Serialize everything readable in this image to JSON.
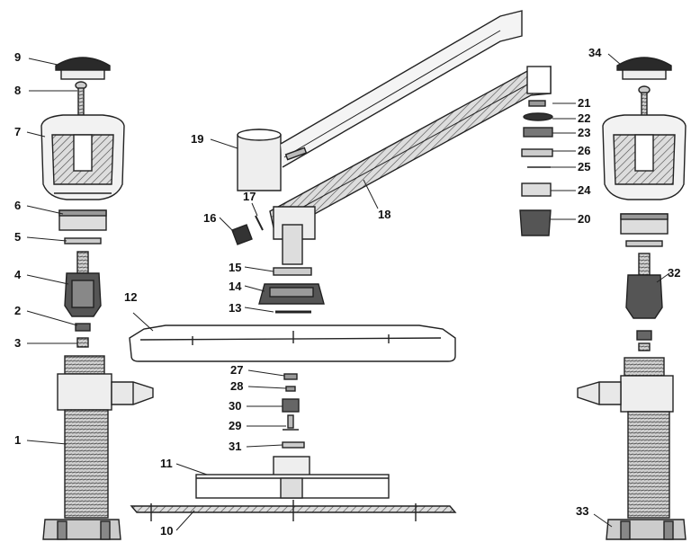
{
  "labels": {
    "p1": "1",
    "p2": "2",
    "p3": "3",
    "p4": "4",
    "p5": "5",
    "p6": "6",
    "p7": "7",
    "p8": "8",
    "p9": "9",
    "p10": "10",
    "p11": "11",
    "p12": "12",
    "p13": "13",
    "p14": "14",
    "p15": "15",
    "p16": "16",
    "p17": "17",
    "p18": "18",
    "p19": "19",
    "p20": "20",
    "p21": "21",
    "p22": "22",
    "p23": "23",
    "p24": "24",
    "p25": "25",
    "p26": "26",
    "p27": "27",
    "p28": "28",
    "p29": "29",
    "p30": "30",
    "p31": "31",
    "p32": "32",
    "p33": "33",
    "p34": "34"
  },
  "colors": {
    "line": "#222222",
    "fill_light": "#e6e6e6",
    "fill_mid": "#b8b8b8",
    "fill_dark": "#2a2a2a"
  }
}
